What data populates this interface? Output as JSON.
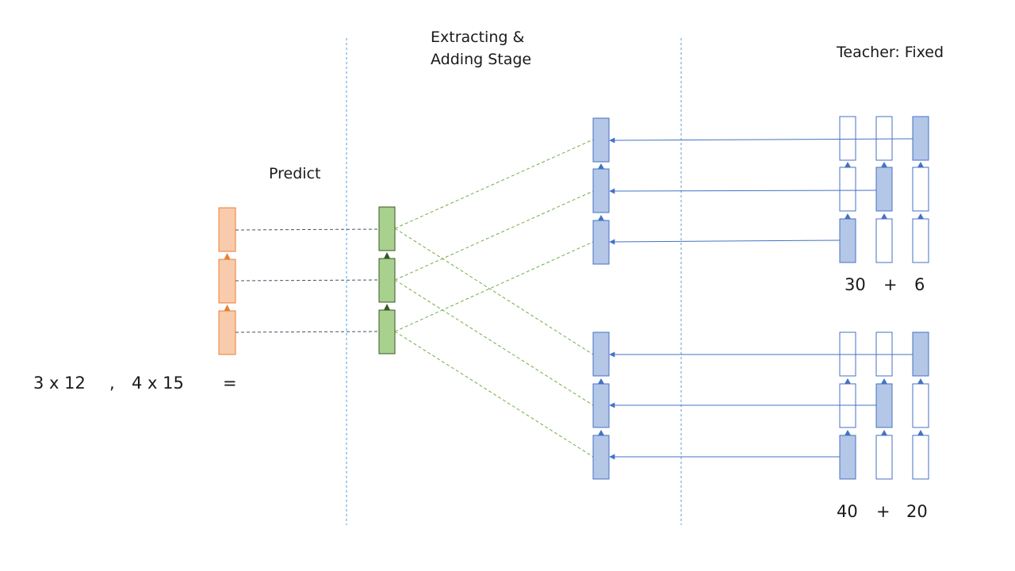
{
  "labels": {
    "predict": "Predict",
    "extracting_line1": "Extracting &",
    "extracting_line2": "Adding Stage",
    "teacher": "Teacher: Fixed"
  },
  "equation": {
    "left": "3 x 12",
    "comma": ",",
    "right": "4 x 15",
    "equals": "="
  },
  "teacher_groups": [
    {
      "a": "30",
      "op": "+",
      "b": "6"
    },
    {
      "a": "40",
      "op": "+",
      "b": "20"
    }
  ],
  "colors": {
    "orange_fill": "#f8cbad",
    "orange_stroke": "#ed7d31",
    "green_fill": "#a9d18e",
    "green_stroke": "#385723",
    "blue_fill": "#b4c7e7",
    "blue_stroke": "#4472c4",
    "divider": "#5b9bd5",
    "dashed_dark": "#44546a",
    "dashed_green": "#70ad47"
  }
}
